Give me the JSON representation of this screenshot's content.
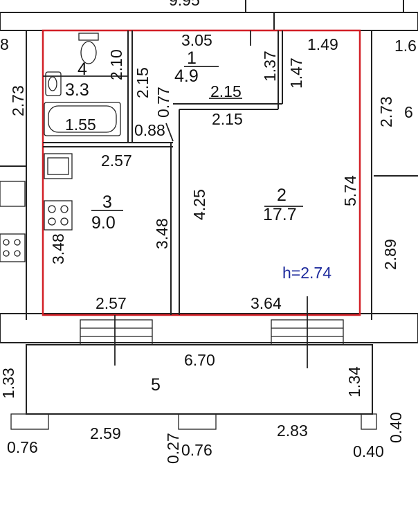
{
  "plan": {
    "height_label": "h=2.74",
    "accent_color": "#d21f26",
    "height_color": "#1d2a9c",
    "rooms": [
      {
        "number": "1",
        "area": "4.9"
      },
      {
        "number": "2",
        "area": "17.7"
      },
      {
        "number": "3",
        "area": "9.0"
      },
      {
        "number": "4",
        "area": "3.3"
      },
      {
        "number": "5",
        "area": ""
      }
    ],
    "dimensions": {
      "top_cut": "9.95",
      "top_left_cut": "8",
      "top_right_cut": "1.6",
      "hall_top": "3.05",
      "corner_top": "1.49",
      "bath_height": "2.10",
      "bath_inner": "2.15",
      "hall_vert_a": "1.37",
      "hall_vert_b": "1.47",
      "hall_step_top": "2.15",
      "hall_step_bottom": "2.15",
      "hall_left": "0.77",
      "tub_len": "1.55",
      "wall_seg": "0.88",
      "left_outer": "2.73",
      "right_outer": "2.73",
      "right_room_cut": "6",
      "room3_top": "2.57",
      "room3_left": "3.48",
      "room3_right": "3.48",
      "room3_bottom": "2.57",
      "room2_left": "4.25",
      "room2_right": "5.74",
      "room2_bottom": "3.64",
      "right_lower": "2.89",
      "balcony_len": "6.70",
      "balcony_left": "1.33",
      "balcony_right": "1.34",
      "bal_seg_left": "2.59",
      "bal_seg_right": "2.83",
      "bal_post_a": "0.76",
      "bal_post_b": "0.27",
      "bal_post_c": "0.76",
      "bal_post_d": "0.40",
      "bal_post_e": "0.40"
    }
  }
}
